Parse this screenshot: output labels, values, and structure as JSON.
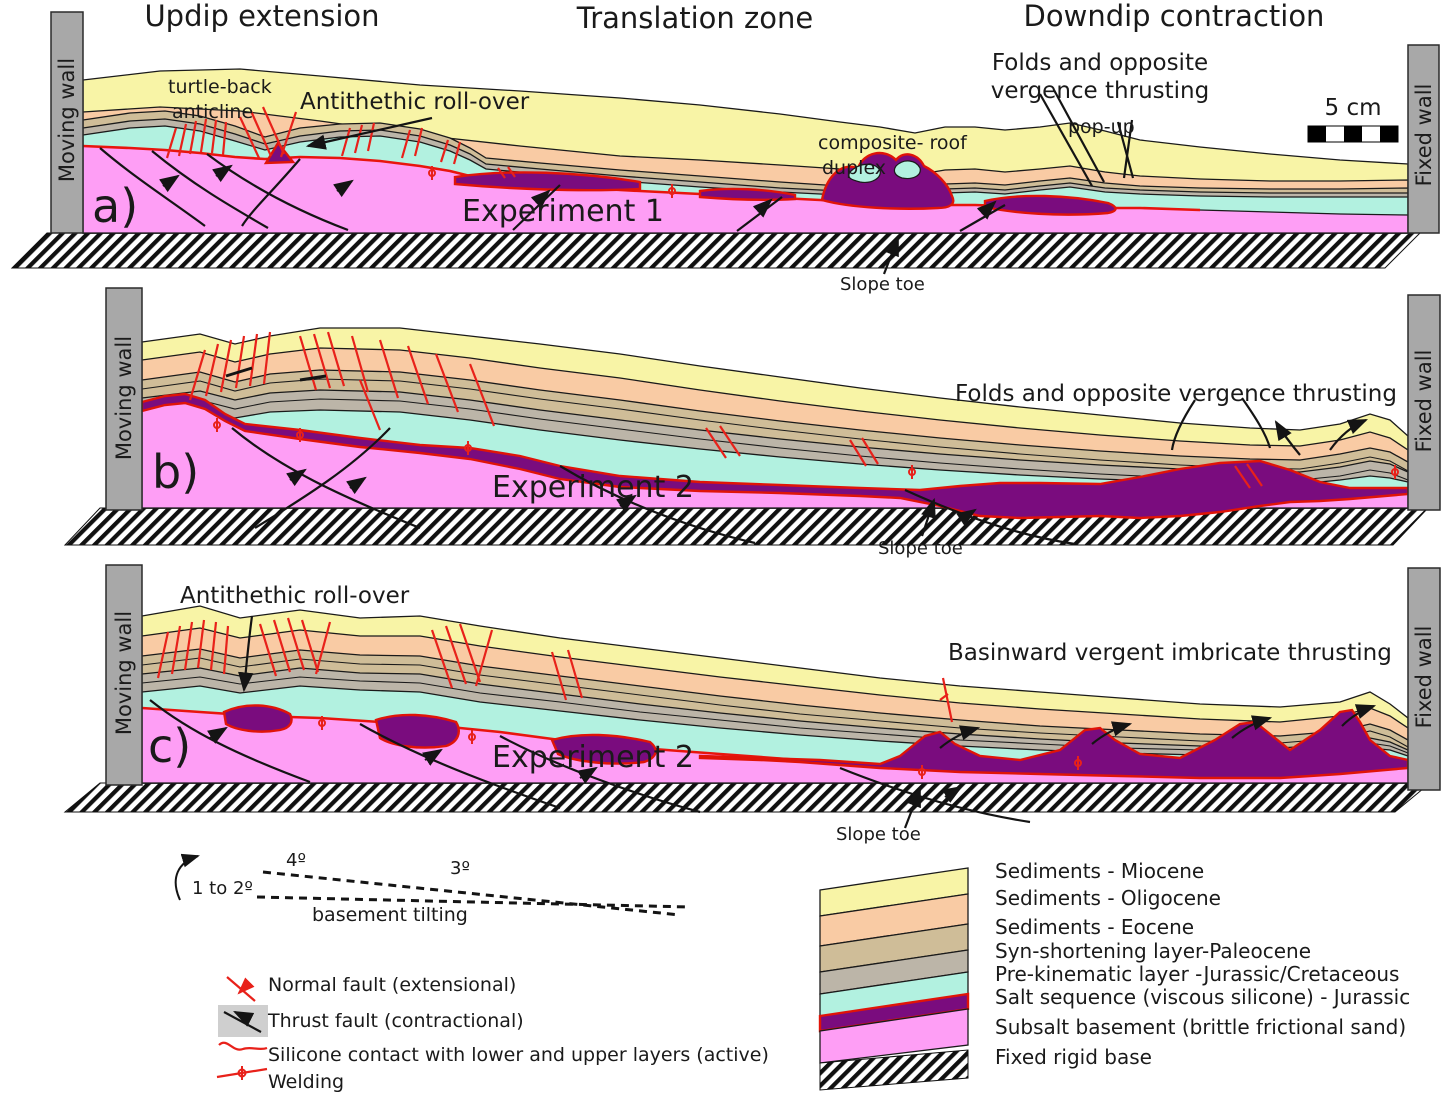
{
  "colors": {
    "sediment_miocene_yellow": "#f8f4a6",
    "sediment_oligocene_peach": "#f9cba4",
    "sediment_eocene_tan": "#cfbd98",
    "syn_shortening_gray": "#bcb5a8",
    "pre_kinematic_cyan": "#b2f1e0",
    "salt_purple": "#7a0c7e",
    "salt_outline_red": "#e01408",
    "subsalt_pink": "#fe9ef5",
    "fault_red": "#e8211a",
    "wall_gray": "#a8a8a8",
    "ink": "#1a1a1a"
  },
  "headers": {
    "updip": "Updip extension",
    "translation": "Translation zone",
    "downdip": "Downdip contraction"
  },
  "walls": {
    "moving": "Moving wall",
    "fixed": "Fixed wall"
  },
  "panel_a": {
    "letter": "a)",
    "experiment": "Experiment 1",
    "turtle_back_line1": "turtle-back",
    "turtle_back_line2": "anticline",
    "antithetic": "Antithethic roll-over",
    "folds_line1": "Folds and opposite",
    "folds_line2": "vergence thrusting",
    "popup": "pop-up",
    "composite_line1": "composite- roof",
    "composite_line2": "duplex",
    "scale_label": "5 cm",
    "slope_toe": "Slope toe"
  },
  "panel_b": {
    "letter": "b)",
    "experiment": "Experiment 2",
    "folds": "Folds and opposite vergence thrusting",
    "slope_toe": "Slope toe"
  },
  "panel_c": {
    "letter": "c)",
    "experiment": "Experiment 2",
    "antithetic": "Antithethic roll-over",
    "basinward": "Basinward vergent imbricate thrusting",
    "slope_toe": "Slope toe"
  },
  "tilt": {
    "angle_upper": "4º",
    "angle_mid": "3º",
    "angle_range": "1 to 2º",
    "caption": "basement tilting"
  },
  "fault_legend": {
    "items": [
      {
        "label": "Normal fault (extensional)"
      },
      {
        "label": "Thrust fault (contractional)"
      },
      {
        "label": "Silicone contact with lower and upper layers (active)"
      },
      {
        "label": "Welding"
      }
    ]
  },
  "layer_legend": {
    "items": [
      {
        "label": "Sediments - Miocene"
      },
      {
        "label": "Sediments - Oligocene"
      },
      {
        "label": "Sediments - Eocene"
      },
      {
        "label": "Syn-shortening layer-Paleocene"
      },
      {
        "label": "Pre-kinematic layer -Jurassic/Cretaceous"
      },
      {
        "label": "Salt sequence (viscous silicone) - Jurassic"
      },
      {
        "label": "Subsalt basement (brittle frictional sand)"
      },
      {
        "label": "Fixed rigid base"
      }
    ]
  }
}
